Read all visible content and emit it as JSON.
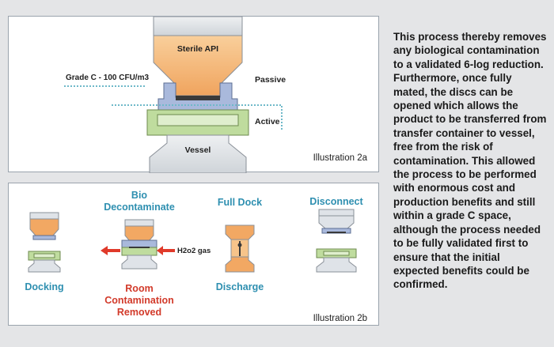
{
  "illustration_2a": {
    "caption": "Illustration 2a",
    "label_sterile_api": "Sterile API",
    "label_grade_c": "Grade C - 100 CFU/m3",
    "label_passive": "Passive",
    "label_active": "Active",
    "label_vessel": "Vessel"
  },
  "illustration_2b": {
    "caption": "Illustration 2b",
    "stage_docking": "Docking",
    "stage_bio_line1": "Bio",
    "stage_bio_line2": "Decontaminate",
    "label_h2o2": "H2o2 gas",
    "room_line1": "Room",
    "room_line2": "Contamination",
    "room_line3": "Removed",
    "stage_full_dock": "Full Dock",
    "stage_discharge": "Discharge",
    "stage_disconnect": "Disconnect"
  },
  "body_text": "This process thereby removes any biological contamination to a validated 6-log reduction. Furthermore, once fully mated, the discs can be opened which allows the product to be transferred from transfer container to vessel, free from the risk of contamination. This allowed the process to be performed with enormous cost and production benefits and still within a grade C space, although the process needed to be fully validated first to ensure that the initial expected benefits could be confirmed.",
  "colors": {
    "orange": "#f2a863",
    "green": "#bfdc9e",
    "blue_ring": "#a9b9dc",
    "teal_label": "#2e8fb0",
    "red_label": "#d23a2a",
    "arrow_red": "#e03a2a"
  }
}
